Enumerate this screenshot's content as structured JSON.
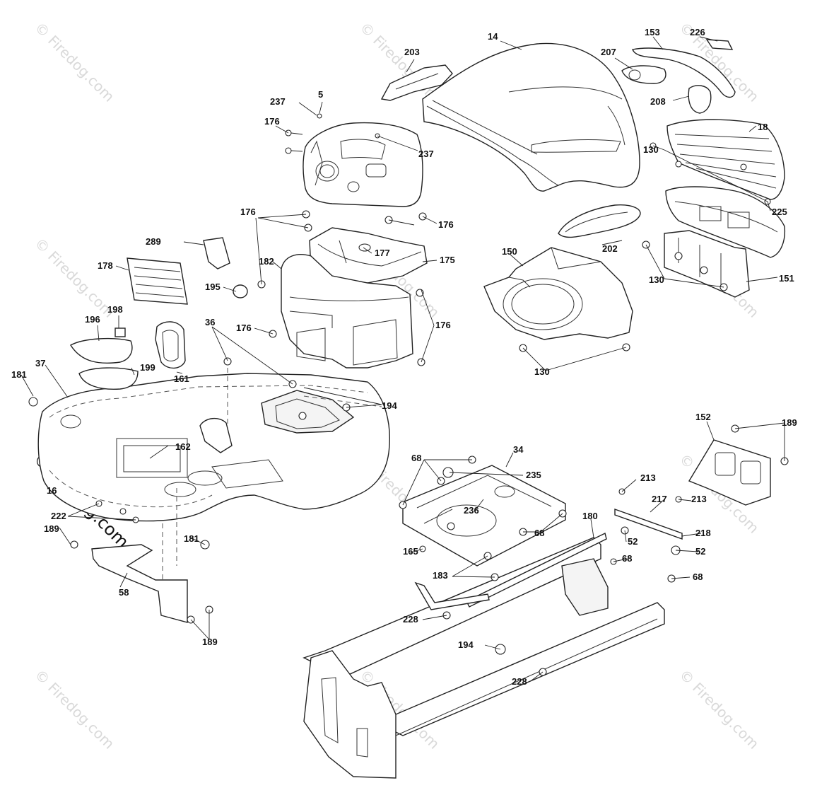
{
  "watermark": {
    "text": "© Firedog.com"
  },
  "callouts": {
    "c14": "14",
    "c203": "203",
    "c153": "153",
    "c226": "226",
    "c207": "207",
    "c208": "208",
    "c18": "18",
    "c130a": "130",
    "c225": "225",
    "c237a": "237",
    "c5": "5",
    "c176a": "176",
    "c237b": "237",
    "c176b": "176",
    "c176c": "176",
    "c177": "177",
    "c175": "175",
    "c202": "202",
    "c150": "150",
    "c130b": "130",
    "c151": "151",
    "c289": "289",
    "c178": "178",
    "c182": "182",
    "c195": "195",
    "c176d": "176",
    "c176e": "176",
    "c130c": "130",
    "c198": "198",
    "c196": "196",
    "c199": "199",
    "c161": "161",
    "c36": "36",
    "c194a": "194",
    "c181a": "181",
    "c37": "37",
    "c162": "162",
    "c16x": "16",
    "c222": "222",
    "c189a": "189",
    "c181b": "181",
    "c58": "58",
    "c189b": "189",
    "c68a": "68",
    "c34": "34",
    "c235": "235",
    "c236": "236",
    "c68b": "68",
    "c165": "165",
    "c183": "183",
    "c180": "180",
    "c152": "152",
    "c189c": "189",
    "c213a": "213",
    "c217": "217",
    "c213b": "213",
    "c218": "218",
    "c52a": "52",
    "c52b": "52",
    "c68c": "68",
    "c68d": "68",
    "c228a": "228",
    "c194b": "194",
    "c228b": "228"
  }
}
